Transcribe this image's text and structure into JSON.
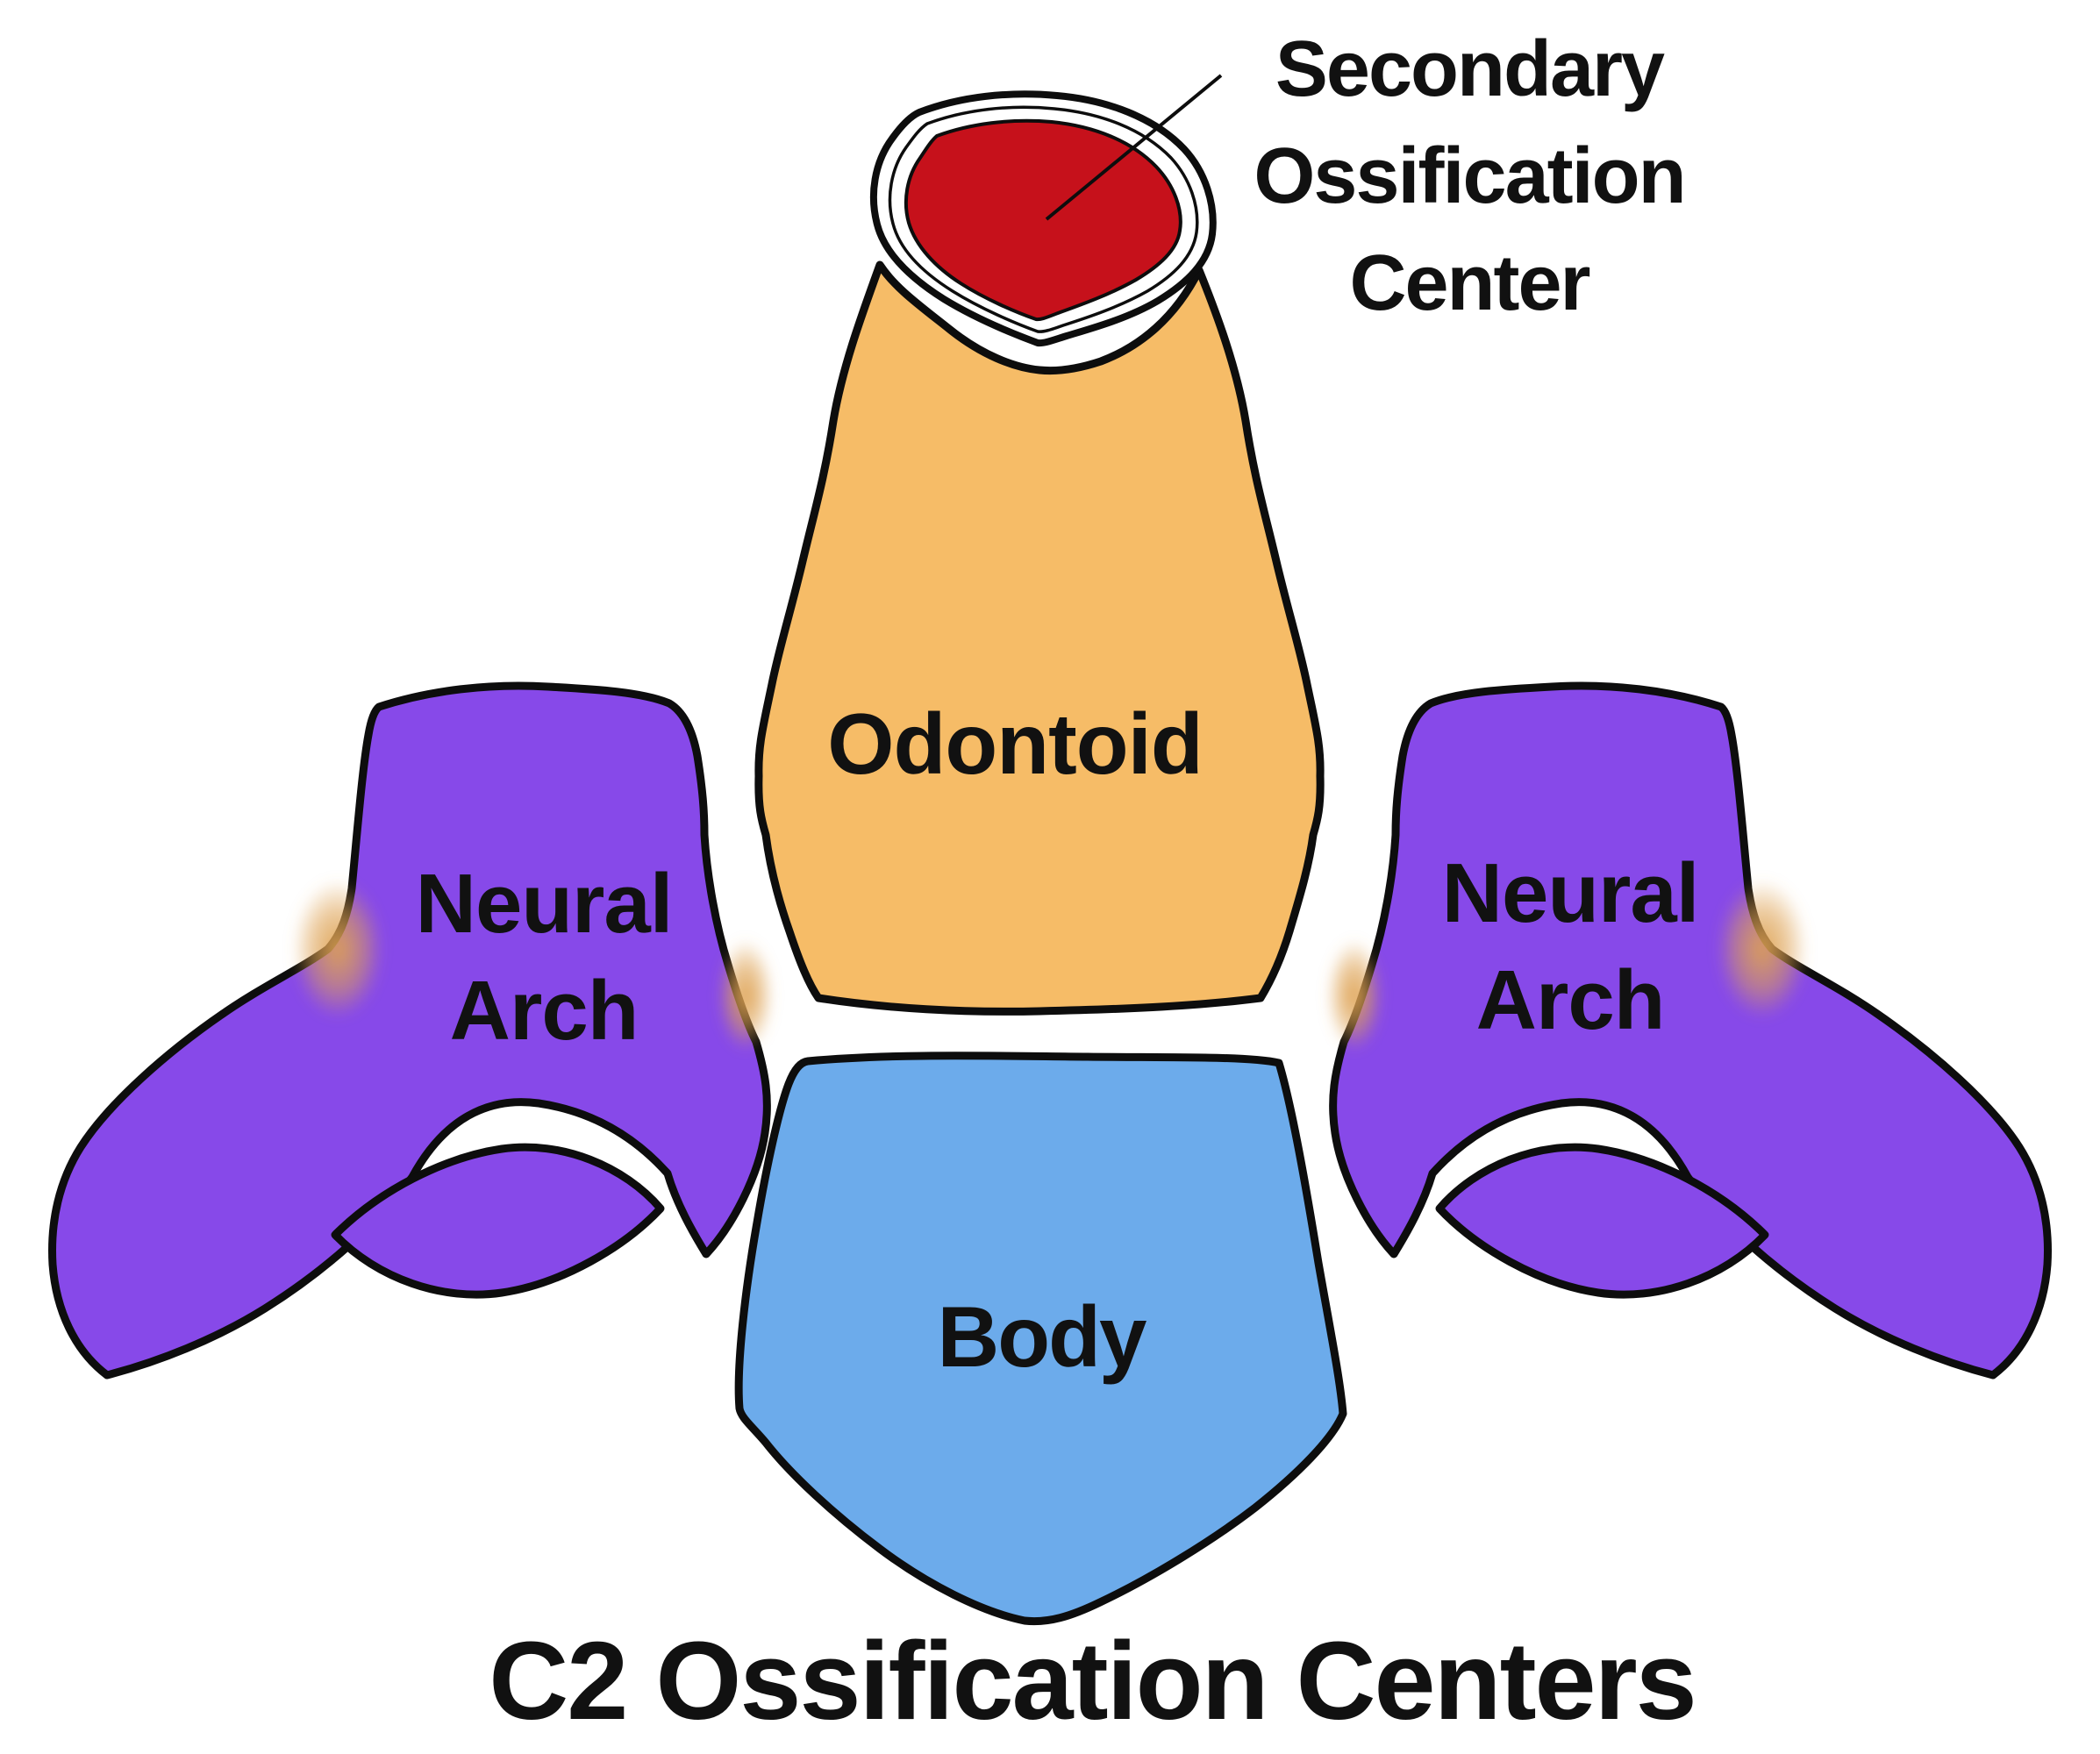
{
  "title": "C2 Ossification Centers",
  "annotation": {
    "label_lines": [
      "Secondary",
      "Ossification",
      "Center"
    ]
  },
  "regions": {
    "secondary_ossification_center": {
      "label": "Secondary Ossification Center",
      "color": "#C6111B"
    },
    "odontoid": {
      "label": "Odontoid",
      "color": "#F6BC67"
    },
    "neural_arch_left": {
      "label_line1": "Neural",
      "label_line2": "Arch",
      "color": "#8749E9"
    },
    "neural_arch_right": {
      "label_line1": "Neural",
      "label_line2": "Arch",
      "color": "#8749E9"
    },
    "body": {
      "label": "Body",
      "color": "#6CABEB"
    }
  },
  "colors": {
    "background": "#FFFFFF",
    "outline": "#0D0D0D",
    "text": "#111111",
    "junction_glow": "#DEA253"
  }
}
